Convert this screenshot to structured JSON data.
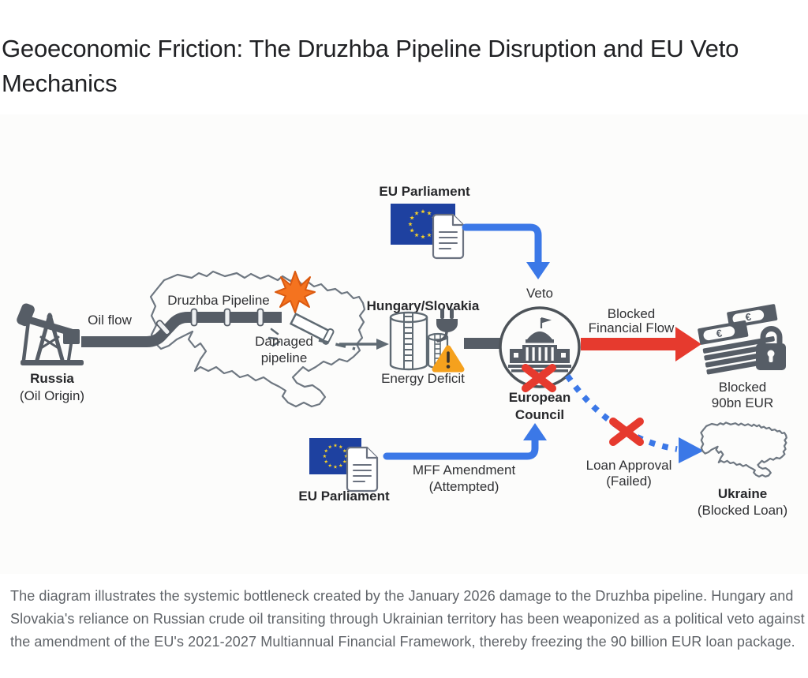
{
  "page": {
    "title": "Geoeconomic Friction: The Druzhba Pipeline Disruption and EU Veto Mechanics",
    "caption": "The diagram illustrates the systemic bottleneck created by the January 2026 damage to the Druzhba pipeline. Hungary and Slovakia's reliance on Russian crude oil transiting through Ukrainian territory has been weaponized as a political veto against the amendment of the EU's 2021-2027 Multiannual Financial Framework, thereby freezing the 90 billion EUR loan package."
  },
  "colors": {
    "arrow_blue": "#3b78e7",
    "arrow_red": "#e63a2e",
    "icon_gray": "#565d66",
    "eu_flag_blue": "#1e41a0",
    "star_yellow": "#f3cf2a",
    "explosion_orange": "#f4731f",
    "warning_orange": "#f5a11d"
  },
  "diagram": {
    "russia": {
      "line1": "Russia",
      "line2": "(Oil Origin)"
    },
    "oil_flow": "Oil flow",
    "druzhba": "Druzhba Pipeline",
    "damaged": {
      "line1": "Damaged",
      "line2": "pipeline"
    },
    "hungary_slovakia": "Hungary/Slovakia",
    "energy_deficit": "Energy Deficit",
    "eu_parliament_top": "EU Parliament",
    "eu_parliament_bottom": "EU Parliament",
    "veto": "Veto",
    "council": {
      "line1": "European",
      "line2": "Council"
    },
    "blocked_flow": {
      "line1": "Blocked",
      "line2": "Financial Flow"
    },
    "money": {
      "currency": "€"
    },
    "blocked_eur": {
      "line1": "Blocked",
      "line2": "90bn EUR"
    },
    "mff": {
      "line1": "MFF Amendment",
      "line2": "(Attempted)"
    },
    "loan": {
      "line1": "Loan Approval",
      "line2": "(Failed)"
    },
    "ukraine": {
      "line1": "Ukraine",
      "line2": "(Blocked Loan)"
    }
  }
}
